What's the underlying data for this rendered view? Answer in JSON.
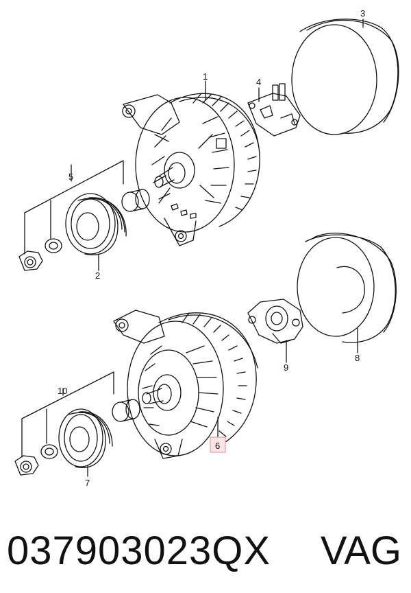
{
  "diagram": {
    "callouts": [
      {
        "id": "1",
        "label": "1"
      },
      {
        "id": "2",
        "label": "2"
      },
      {
        "id": "3",
        "label": "3"
      },
      {
        "id": "4",
        "label": "4"
      },
      {
        "id": "5",
        "label": "5"
      },
      {
        "id": "6",
        "label": "6"
      },
      {
        "id": "7",
        "label": "7"
      },
      {
        "id": "8",
        "label": "8"
      },
      {
        "id": "9",
        "label": "9"
      },
      {
        "id": "10",
        "label": "10"
      }
    ],
    "highlight_color": "#e89aa0"
  },
  "footer": {
    "part_number": "037903023QX",
    "brand": "VAG"
  }
}
